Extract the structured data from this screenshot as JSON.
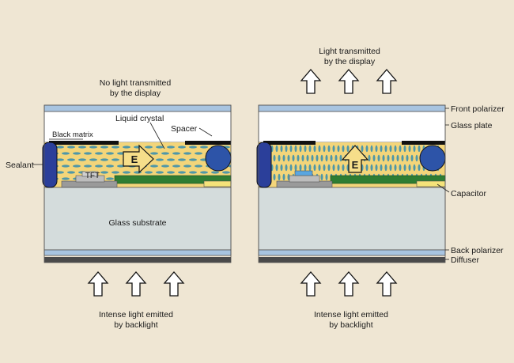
{
  "colors": {
    "background": "#efe6d3",
    "polarizer": "#a8c4e0",
    "glass_plate": "#ffffff",
    "substrate": "#d4dcdc",
    "diffuser": "#4a4a4a",
    "black_matrix": "#111111",
    "liquid_crystal_bg": "#f3d57a",
    "molecule": "#4f97a8",
    "sealant": "#2b3f9a",
    "spacer": "#2d54a8",
    "electrode_green": "#2e7d32",
    "tft": "#9a9a9a",
    "capacitor": "#f5e37a",
    "arrow_fill": "#ffffff",
    "e_arrow_fill": "#f6de8a"
  },
  "labels": {
    "no_light": [
      "No light transmitted",
      "by the display"
    ],
    "light_transmitted": [
      "Light transmitted",
      "by the display"
    ],
    "liquid_crystal": "Liquid crystal",
    "black_matrix": "Black matrix",
    "spacer": "Spacer",
    "sealant": "Sealant",
    "tft": "TFT",
    "field_symbol": "E",
    "glass_substrate": "Glass substrate",
    "front_polarizer": "Front polarizer",
    "glass_plate": "Glass plate",
    "capacitor": "Capacitor",
    "back_polarizer": "Back polarizer",
    "diffuser": "Diffuser",
    "backlight": [
      "Intense light emitted",
      "by backlight"
    ]
  },
  "icons": {
    "light_arrow": "up-arrow-outline",
    "field_arrow_off": "right-arrow-e",
    "field_arrow_on": "up-arrow-e"
  }
}
